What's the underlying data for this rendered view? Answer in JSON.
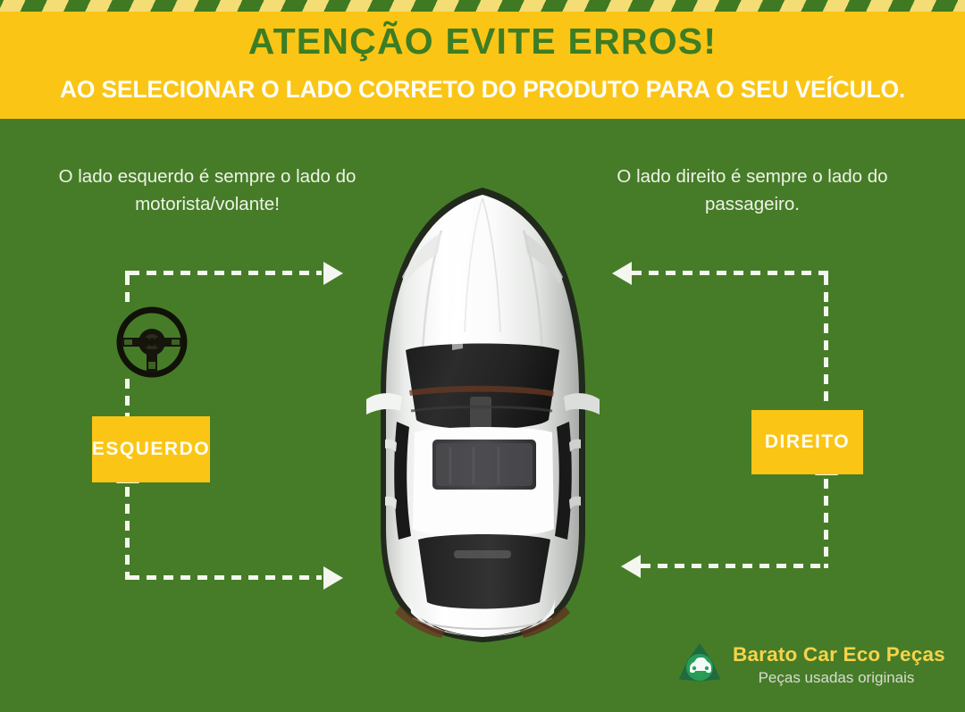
{
  "header": {
    "title": "ATENÇÃO EVITE ERROS!",
    "subtitle": "AO SELECIONAR O LADO CORRETO DO PRODUTO PARA O SEU VEÍCULO.",
    "band_color": "#fbc516",
    "title_color": "#3d7d23",
    "subtitle_color": "#fdfdf6",
    "tape_green": "#3f7a22",
    "tape_yellow": "#f3dd74"
  },
  "background": {
    "color": "#467c28"
  },
  "captions": {
    "left": "O lado esquerdo é sempre o lado do motorista/volante!",
    "right": "O lado direito é sempre o lado do passageiro."
  },
  "labels": {
    "left": "ESQUERDO",
    "right": "DIREITO",
    "box_color": "#fbc516",
    "text_color": "#fffdf2"
  },
  "icons": {
    "steering_wheel": "steering-wheel-icon",
    "car": "car-top-view-icon",
    "recycle": "recycle-icon",
    "arrows": "dashed-arrow"
  },
  "arrows": {
    "color": "#f4f7ef",
    "left_top": "points right toward car front-left",
    "left_bottom": "points right toward car rear-left",
    "right_top": "points left toward car front-right",
    "right_bottom": "points left toward car rear-right",
    "into_left_box_top": "points down into ESQUERDO",
    "into_left_box_bottom": "points up into ESQUERDO",
    "into_right_box_top": "points down into DIREITO",
    "into_right_box_bottom": "points up into DIREITO"
  },
  "logo": {
    "name": "Barato Car Eco Peças",
    "tagline": "Peças usadas originais",
    "name_color": "#f7d34b",
    "tagline_color": "#d8ddd2"
  }
}
